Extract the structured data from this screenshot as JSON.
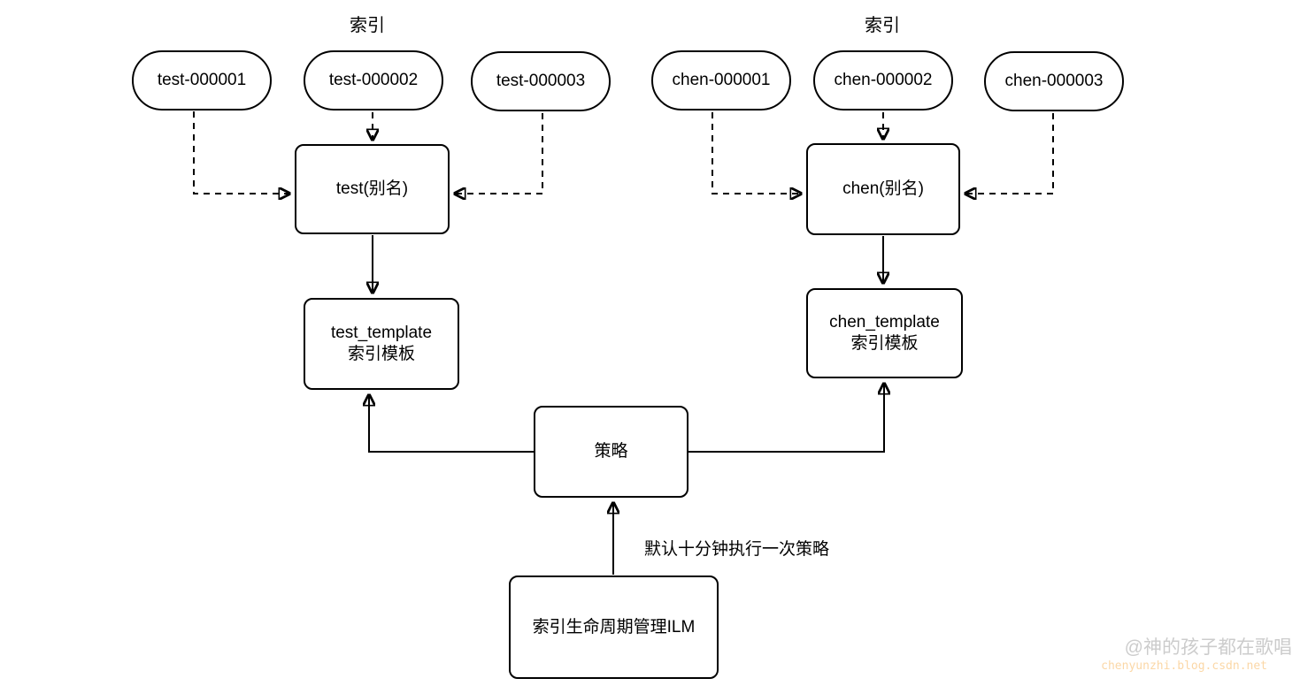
{
  "diagram": {
    "group_labels": {
      "left": "索引",
      "right": "索引"
    },
    "indices": {
      "left": [
        "test-000001",
        "test-000002",
        "test-000003"
      ],
      "right": [
        "chen-000001",
        "chen-000002",
        "chen-000003"
      ]
    },
    "nodes": {
      "test_alias": "test(别名)",
      "chen_alias": "chen(别名)",
      "test_template": {
        "line1": "test_template",
        "line2": "索引模板"
      },
      "chen_template": {
        "line1": "chen_template",
        "line2": "索引模板"
      },
      "policy": "策略",
      "ilm": "索引生命周期管理ILM"
    },
    "edge_label": "默认十分钟执行一次策略",
    "edges": [
      {
        "from": "test-000001",
        "to": "test_alias",
        "style": "dashed"
      },
      {
        "from": "test-000002",
        "to": "test_alias",
        "style": "dashed"
      },
      {
        "from": "test-000003",
        "to": "test_alias",
        "style": "dashed"
      },
      {
        "from": "test_alias",
        "to": "test_template",
        "style": "solid"
      },
      {
        "from": "chen-000001",
        "to": "chen_alias",
        "style": "dashed"
      },
      {
        "from": "chen-000002",
        "to": "chen_alias",
        "style": "dashed"
      },
      {
        "from": "chen-000003",
        "to": "chen_alias",
        "style": "dashed"
      },
      {
        "from": "chen_alias",
        "to": "chen_template",
        "style": "solid"
      },
      {
        "from": "policy",
        "to": "test_template",
        "style": "solid"
      },
      {
        "from": "policy",
        "to": "chen_template",
        "style": "solid"
      },
      {
        "from": "ilm",
        "to": "policy",
        "style": "solid",
        "label": "默认十分钟执行一次策略"
      }
    ]
  },
  "watermark": {
    "author": "@神的孩子都在歌唱",
    "site": "chenyunzhi.blog.csdn.net"
  },
  "colors": {
    "stroke": "#000000",
    "background": "#ffffff",
    "watermark_gray": "#cccccc",
    "watermark_orange": "#fbd7a6"
  }
}
